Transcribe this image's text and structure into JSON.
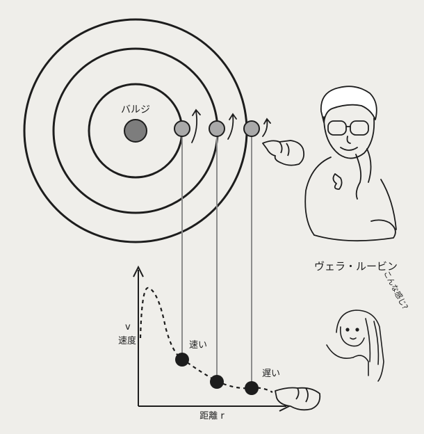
{
  "diagram": {
    "bulge_label": "バルジ",
    "scientist_name": "ヴェラ・ルービン",
    "y_axis_label_v": "v",
    "y_axis_label_text": "速度",
    "x_axis_label": "距離 r",
    "fast_label": "速い",
    "slow_label": "遅い",
    "girl_speech": "こんな感じ?"
  },
  "colors": {
    "ink": "#1d1d1d",
    "star_fill": "#a9a9a9",
    "bulge_fill": "#7d7d7d",
    "guide_line": "#8c8c8c",
    "paper": "#efeeea"
  }
}
